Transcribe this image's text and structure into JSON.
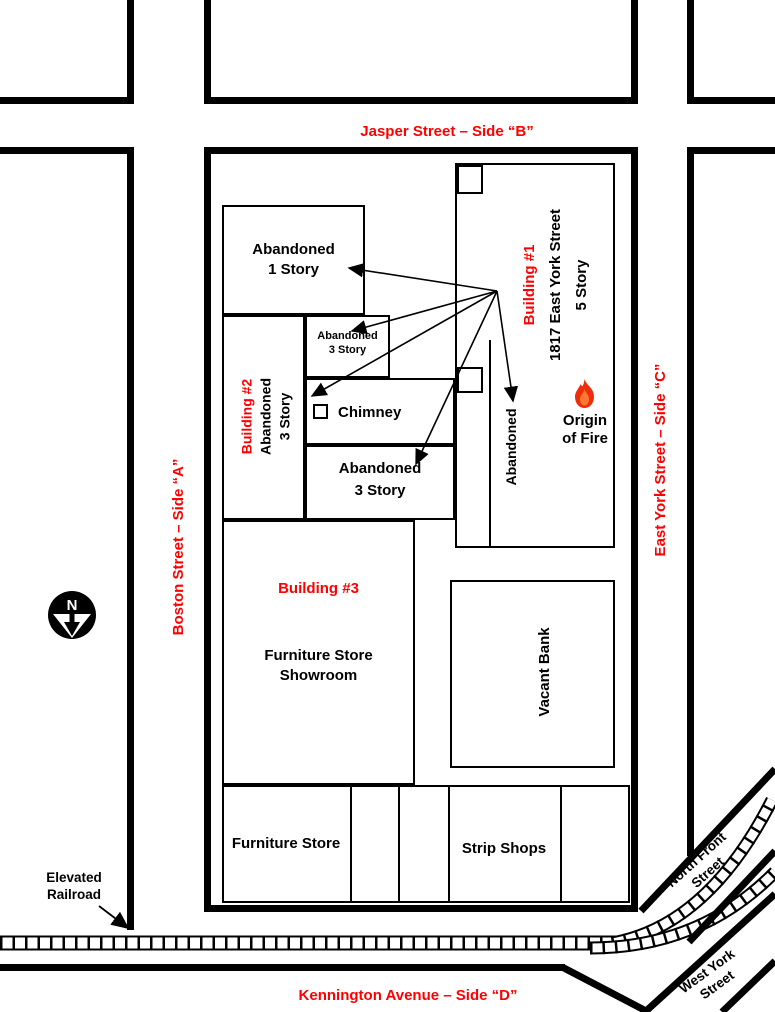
{
  "streets": {
    "jasper": "Jasper Street – Side “B”",
    "boston": "Boston Street – Side “A”",
    "east_york": "East York Street – Side “C”",
    "kennington": "Kennington Avenue – Side “D”",
    "north_front": {
      "line1": "North Front",
      "line2": "Street"
    },
    "west_york": {
      "line1": "West York",
      "line2": "Street"
    }
  },
  "buildings": {
    "building1": {
      "name": "Building #1",
      "address": "1817 East York Street",
      "stories": "5 Story"
    },
    "building2": {
      "name": "Building #2",
      "status": "Abandoned",
      "stories": "3 Story"
    },
    "building3": {
      "name": "Building #3",
      "occupancy": "Furniture Store",
      "occupancy2": "Showroom"
    },
    "abandoned_1_story": {
      "line1": "Abandoned",
      "line2": "1 Story"
    },
    "abandoned_3_story_small": {
      "line1": "Abandoned",
      "line2": "3 Story"
    },
    "abandoned_3_story": {
      "line1": "Abandoned",
      "line2": "3 Story"
    },
    "abandoned_strip": "Abandoned",
    "vacant_bank": "Vacant Bank",
    "furniture_store": "Furniture Store",
    "strip_shops": "Strip Shops",
    "chimney": "Chimney"
  },
  "annotations": {
    "origin_of_fire": {
      "line1": "Origin",
      "line2": "of Fire"
    },
    "elevated_railroad": {
      "line1": "Elevated",
      "line2": "Railroad"
    },
    "north_marker": "N"
  },
  "colors": {
    "label_red": "#ff0000",
    "flame_red": "#ee2d0c",
    "line_black": "#000000"
  }
}
